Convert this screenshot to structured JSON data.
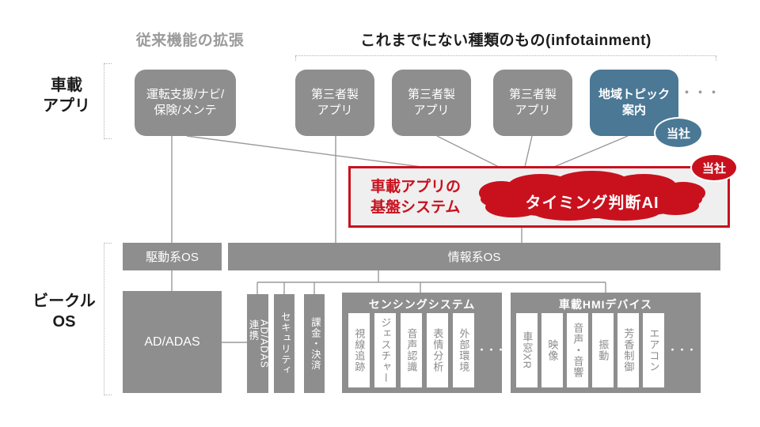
{
  "colors": {
    "gray_box": "#8e8e8e",
    "blue_accent": "#4a7895",
    "red_accent": "#c9111e",
    "panel_bg": "#efefef",
    "connector_line": "#9a9a9a",
    "subbox_text": "#8a8a8a",
    "heading_gray": "#9b9b9b"
  },
  "headers": {
    "legacy": "従来機能の拡張",
    "new_kind": "これまでにない種類のもの(infotainment)"
  },
  "side_labels": {
    "apps": "車載\nアプリ",
    "os": "ビークル\nOS"
  },
  "app_row": {
    "boxes": [
      {
        "label": "運転支援/ナビ/\n保険/メンテ"
      },
      {
        "label": "第三者製\nアプリ"
      },
      {
        "label": "第三者製\nアプリ"
      },
      {
        "label": "第三者製\nアプリ"
      },
      {
        "label": "地域トピック\n案内"
      }
    ],
    "ellipsis": "・・・",
    "badge": "当社"
  },
  "platform": {
    "title": "車載アプリの\n基盤システム",
    "ai_blob": "タイミング判断AI",
    "badge": "当社"
  },
  "os_row": {
    "drive": "駆動系OS",
    "info": "情報系OS"
  },
  "bottom": {
    "ad_adas": "AD/ADAS",
    "vertical_boxes": [
      "AD/ADAS\n連携",
      "セキュリティ",
      "課金・決済"
    ],
    "sensing": {
      "title": "センシングシステム",
      "items": [
        "視線追跡",
        "ジェスチャー",
        "音声認識",
        "表情分析",
        "外部環境"
      ],
      "ellipsis": "・・・"
    },
    "hmi": {
      "title": "車載HMIデバイス",
      "items": [
        "車窓XR",
        "映像",
        "音声・音響",
        "振動",
        "芳香制御",
        "エアコン"
      ],
      "ellipsis": "・・・"
    }
  }
}
